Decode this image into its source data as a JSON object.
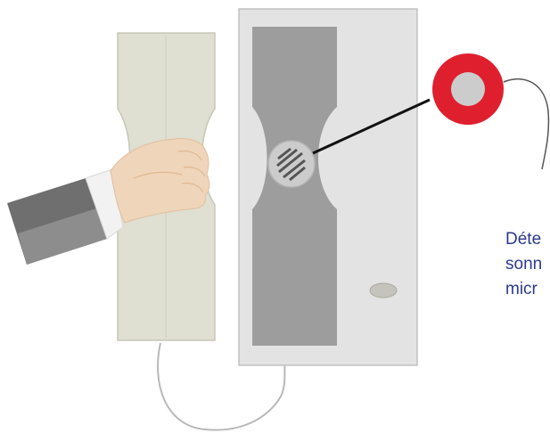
{
  "caption": {
    "lines": [
      "Déte",
      "sonn",
      "micr"
    ]
  },
  "colors": {
    "handset": "#dfdfd2",
    "handset_stroke": "#c7c7b8",
    "base": "#e3e3e3",
    "base_stroke": "#c0c0c0",
    "cradle": "#9d9d9d",
    "sensor_ring": "#e01f2e",
    "sensor_core": "#cccccc",
    "caption_text": "#2b3a8c"
  },
  "icons": {
    "hand": "hand-gripping-handset",
    "sleeve": "suit-sleeve",
    "speaker": "speaker-grille",
    "sensor": "red-ring-sensor"
  }
}
